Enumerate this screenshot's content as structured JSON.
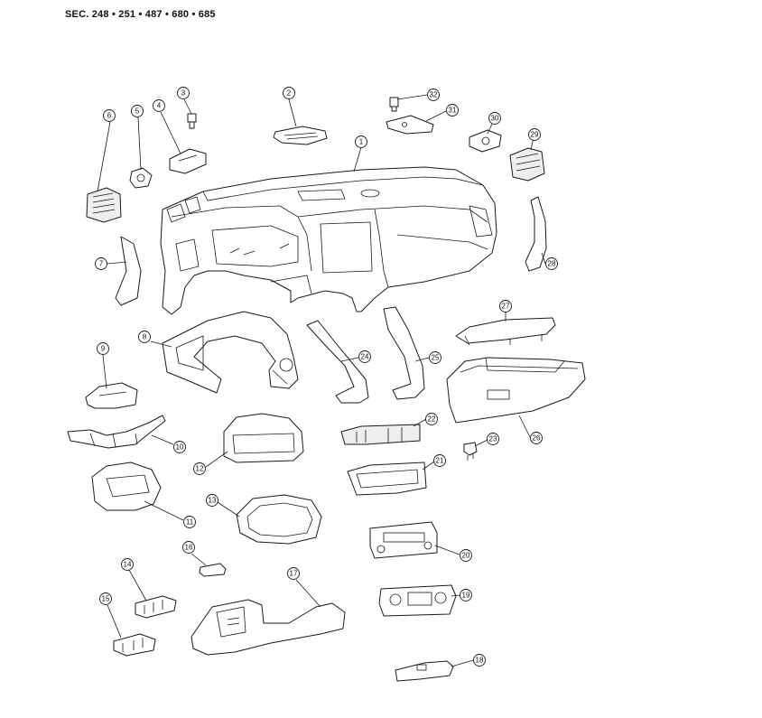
{
  "header": {
    "section_text": "SEC. 248 • 251 • 487 • 680 • 685"
  },
  "callouts": [
    {
      "id": "c1",
      "label": "1"
    },
    {
      "id": "c2",
      "label": "2"
    },
    {
      "id": "c3",
      "label": "3"
    },
    {
      "id": "c4",
      "label": "4"
    },
    {
      "id": "c5",
      "label": "5"
    },
    {
      "id": "c6",
      "label": "6"
    },
    {
      "id": "c7",
      "label": "7"
    },
    {
      "id": "c8",
      "label": "8"
    },
    {
      "id": "c9",
      "label": "9"
    },
    {
      "id": "c10",
      "label": "10"
    },
    {
      "id": "c11",
      "label": "11"
    },
    {
      "id": "c12",
      "label": "12"
    },
    {
      "id": "c13",
      "label": "13"
    },
    {
      "id": "c14",
      "label": "14"
    },
    {
      "id": "c15",
      "label": "15"
    },
    {
      "id": "c16",
      "label": "16"
    },
    {
      "id": "c17",
      "label": "17"
    },
    {
      "id": "c18",
      "label": "18"
    },
    {
      "id": "c19",
      "label": "19"
    },
    {
      "id": "c20",
      "label": "20"
    },
    {
      "id": "c21",
      "label": "21"
    },
    {
      "id": "c22",
      "label": "22"
    },
    {
      "id": "c23",
      "label": "23"
    },
    {
      "id": "c24",
      "label": "24"
    },
    {
      "id": "c25",
      "label": "25"
    },
    {
      "id": "c26",
      "label": "26"
    },
    {
      "id": "c27",
      "label": "27"
    },
    {
      "id": "c28",
      "label": "28"
    },
    {
      "id": "c29",
      "label": "29"
    },
    {
      "id": "c30",
      "label": "30"
    },
    {
      "id": "c31",
      "label": "31"
    },
    {
      "id": "c32",
      "label": "32"
    }
  ]
}
